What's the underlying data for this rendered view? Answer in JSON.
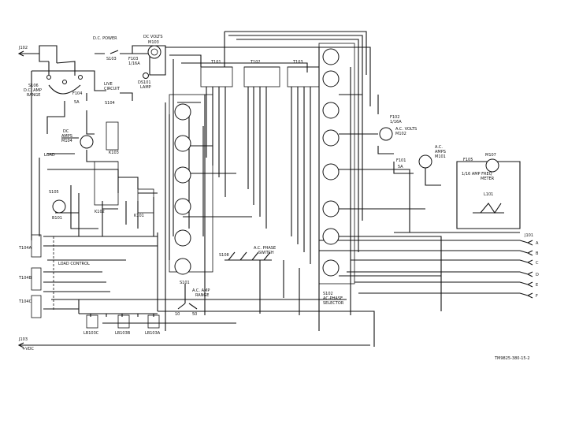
{
  "labels": {
    "j102": "J102",
    "dc_power": "D.C. POWER",
    "s103": "S103",
    "dc_volts": "DC VOLTS",
    "m103": "M103",
    "f103": "F103",
    "f103_rating": "1/16A",
    "ds101": "DS101",
    "ds101_note": "LAMP",
    "live_circuit": "LIVE",
    "live_circuit2": "CIRCUIT",
    "s106": "S106",
    "dc_amp_range": "D.C. AMP",
    "dc_amp_range2": "RANGE",
    "f104": "F104",
    "f104_rating": "5A",
    "s104": "S104",
    "dc_amps": "DC",
    "dc_amps2": "AMPS",
    "m104": "M104",
    "load": "LOAD",
    "s105": "S105",
    "b101": "B101",
    "k102": "K102",
    "k101": "K101",
    "k103": "K103",
    "t101": "T101",
    "t102": "T102",
    "t103": "T103",
    "f102": "F102",
    "f102_rating": "1/16A",
    "ac_volts": "A.C. VOLTS",
    "m102": "M102",
    "f101": "F101",
    "f101_rating": "5A",
    "ac_amps": "A.C.",
    "ac_amps2": "AMPS",
    "m101": "M101",
    "f105": "F105",
    "m107": "M107",
    "freq_meter": "1/16 AMP FREQ",
    "freq_meter2": "METER",
    "l101": "L101",
    "t104a": "T104A",
    "t104b": "T104B",
    "t104c": "T104C",
    "load_control": "LOAD CONTROL",
    "s108": "S108",
    "ac_phase_switch": "A.C. PHASE",
    "ac_phase_switch2": "SWITCH",
    "s101": "S101",
    "ac_amp_range": "A.C. AMP",
    "ac_amp_range2": "RANGE",
    "range_10": "10",
    "range_50": "50",
    "s102": "S102",
    "ac_phase_selector": "AC-PHASE",
    "ac_phase_selector2": "SELECTOR",
    "j101": "J101",
    "j103": "J103",
    "vdc": "+VDC",
    "lb103c": "LB103C",
    "lb103b": "LB103B",
    "lb103a": "LB103A",
    "doc_number": "TM9825-380-15-2"
  },
  "j101_pins": [
    "A",
    "B",
    "C",
    "D",
    "E",
    "F"
  ]
}
